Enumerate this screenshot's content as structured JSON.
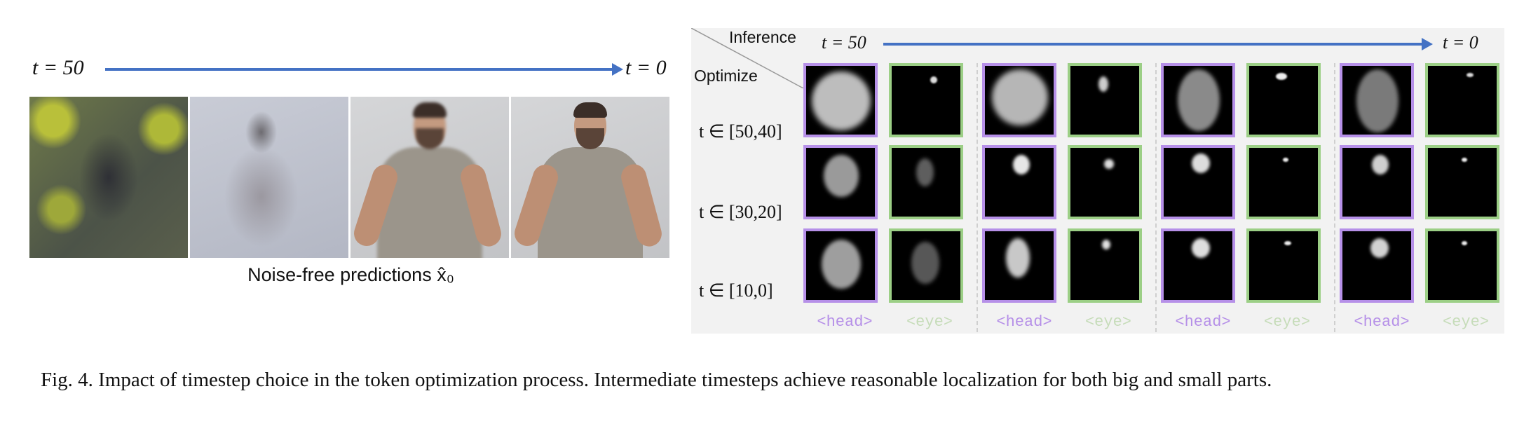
{
  "left": {
    "t_start": "t = 50",
    "t_end": "t = 0",
    "caption": "Noise-free predictions x̂₀"
  },
  "right": {
    "inference_label": "Inference",
    "optimize_label": "Optimize",
    "t_start": "t = 50",
    "t_end": "t = 0",
    "rows": [
      "t  ∈ [50,40]",
      "t  ∈ [30,20]",
      "t  ∈ [10,0]"
    ],
    "tokens": [
      "<head>",
      "<eye>",
      "<head>",
      "<eye>",
      "<head>",
      "<eye>",
      "<head>",
      "<eye>"
    ]
  },
  "figure_caption": "Fig. 4.  Impact of timestep choice in the token optimization process. Intermediate timesteps achieve reasonable localization for both big and small parts.",
  "colors": {
    "arrow": "#4472c4",
    "head_border": "#b690e8",
    "eye_border": "#9ccf86",
    "panel_bg": "#f2f2f2"
  }
}
